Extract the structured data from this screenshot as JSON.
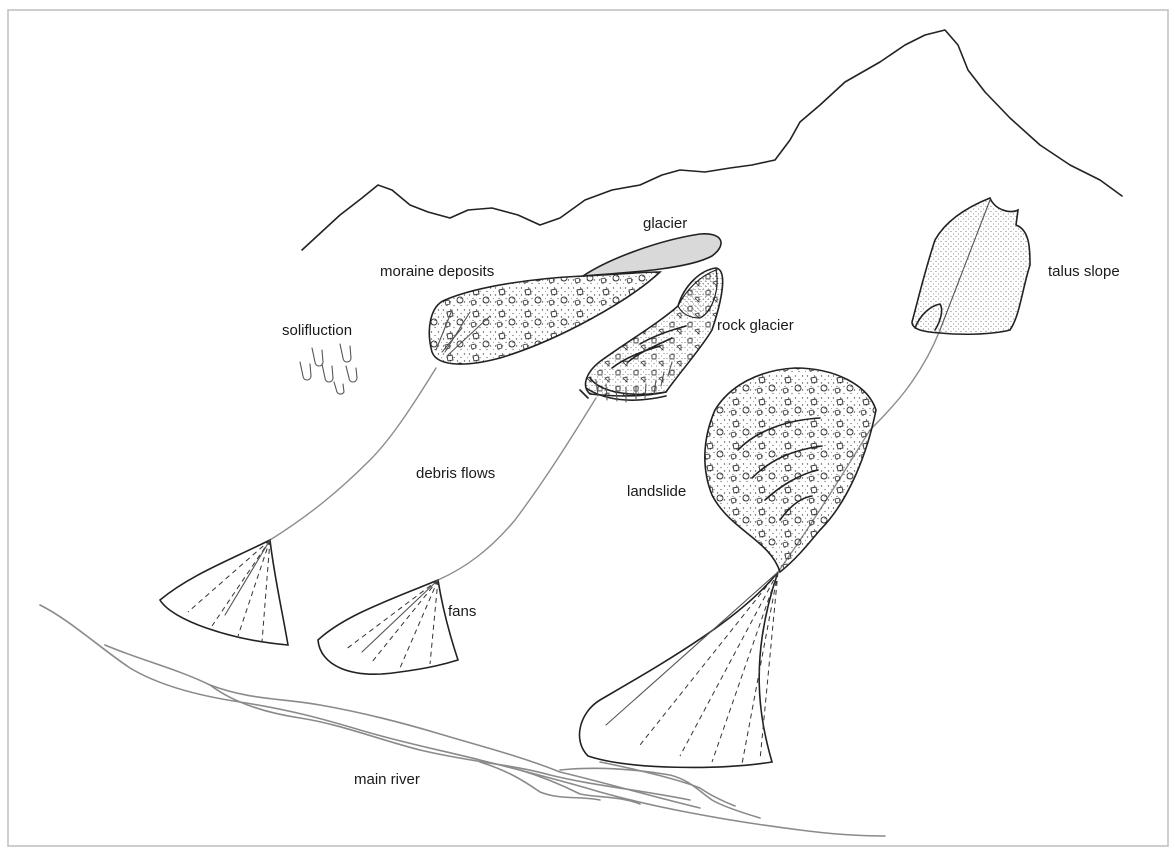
{
  "labels": {
    "glacier": "glacier",
    "moraine": "moraine deposits",
    "solifluction": "solifluction",
    "rock_glacier": "rock glacier",
    "talus_slope": "talus slope",
    "debris_flows": "debris flows",
    "landslide": "landslide",
    "fans": "fans",
    "main_river": "main river"
  },
  "colors": {
    "glacier_fill": "#d9d9d9",
    "ink": "#222222",
    "stream": "#8c8c8c",
    "border": "#bdbdbd"
  }
}
